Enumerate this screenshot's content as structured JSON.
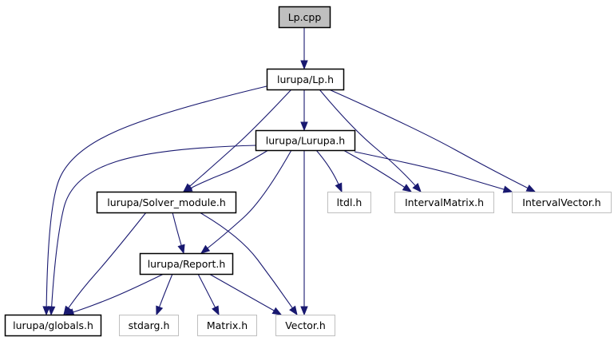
{
  "nodes": [
    {
      "id": "lp_cpp",
      "label": "Lp.cpp",
      "style": "root"
    },
    {
      "id": "lurupa_lp_h",
      "label": "lurupa/Lp.h",
      "style": "file"
    },
    {
      "id": "lurupa_lurupa_h",
      "label": "lurupa/Lurupa.h",
      "style": "file"
    },
    {
      "id": "lurupa_solver_module_h",
      "label": "lurupa/Solver_module.h",
      "style": "file"
    },
    {
      "id": "ltdl_h",
      "label": "ltdl.h",
      "style": "external"
    },
    {
      "id": "intervalmatrix_h",
      "label": "IntervalMatrix.h",
      "style": "external"
    },
    {
      "id": "intervalvector_h",
      "label": "IntervalVector.h",
      "style": "external"
    },
    {
      "id": "lurupa_report_h",
      "label": "lurupa/Report.h",
      "style": "file"
    },
    {
      "id": "lurupa_globals_h",
      "label": "lurupa/globals.h",
      "style": "file"
    },
    {
      "id": "stdarg_h",
      "label": "stdarg.h",
      "style": "external"
    },
    {
      "id": "matrix_h",
      "label": "Matrix.h",
      "style": "external"
    },
    {
      "id": "vector_h",
      "label": "Vector.h",
      "style": "external"
    }
  ],
  "edges": [
    {
      "from": "lp_cpp",
      "to": "lurupa_lp_h"
    },
    {
      "from": "lurupa_lp_h",
      "to": "lurupa_lurupa_h"
    },
    {
      "from": "lurupa_lp_h",
      "to": "lurupa_globals_h"
    },
    {
      "from": "lurupa_lp_h",
      "to": "lurupa_solver_module_h"
    },
    {
      "from": "lurupa_lp_h",
      "to": "intervalmatrix_h"
    },
    {
      "from": "lurupa_lp_h",
      "to": "intervalvector_h"
    },
    {
      "from": "lurupa_lurupa_h",
      "to": "lurupa_globals_h"
    },
    {
      "from": "lurupa_lurupa_h",
      "to": "lurupa_solver_module_h"
    },
    {
      "from": "lurupa_lurupa_h",
      "to": "lurupa_report_h"
    },
    {
      "from": "lurupa_lurupa_h",
      "to": "vector_h"
    },
    {
      "from": "lurupa_lurupa_h",
      "to": "ltdl_h"
    },
    {
      "from": "lurupa_lurupa_h",
      "to": "intervalmatrix_h"
    },
    {
      "from": "lurupa_lurupa_h",
      "to": "intervalvector_h"
    },
    {
      "from": "lurupa_solver_module_h",
      "to": "lurupa_globals_h"
    },
    {
      "from": "lurupa_solver_module_h",
      "to": "lurupa_report_h"
    },
    {
      "from": "lurupa_solver_module_h",
      "to": "vector_h"
    },
    {
      "from": "lurupa_report_h",
      "to": "lurupa_globals_h"
    },
    {
      "from": "lurupa_report_h",
      "to": "stdarg_h"
    },
    {
      "from": "lurupa_report_h",
      "to": "matrix_h"
    },
    {
      "from": "lurupa_report_h",
      "to": "vector_h"
    }
  ],
  "colors": {
    "edge": "#191970",
    "root_fill": "#bfbfbf",
    "root_border": "#000000",
    "file_fill": "#ffffff",
    "file_border": "#000000",
    "external_fill": "#ffffff",
    "external_border": "#bfbfbf",
    "text": "#000000"
  }
}
